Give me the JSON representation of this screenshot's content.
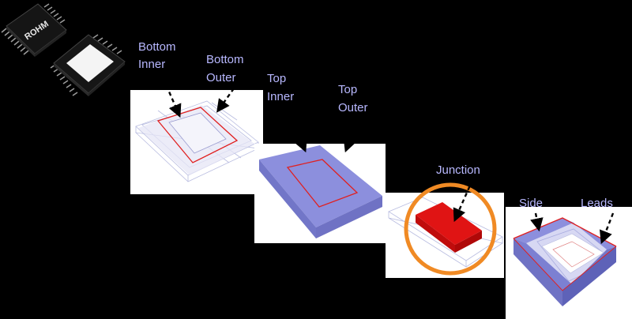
{
  "chip": {
    "logo_text": "ROHM"
  },
  "labels": {
    "bottom_inner": [
      "Bottom",
      "Inner"
    ],
    "bottom_outer": [
      "Bottom",
      "Outer"
    ],
    "top_inner": [
      "Top",
      "Inner"
    ],
    "top_outer": [
      "Top",
      "Outer"
    ],
    "junction": "Junction",
    "side": "Side",
    "leads": "Leads"
  },
  "colors": {
    "label_text": "#b8b8ff",
    "package_fill": "#8c8fdd",
    "package_side": "#6f72c4",
    "outline_red": "#e02020",
    "junction_fill": "#e01414",
    "highlight_ring": "#f08a24",
    "arrow": "#000000",
    "wire": "#b8bce0",
    "panel_bg": "#ffffff"
  }
}
